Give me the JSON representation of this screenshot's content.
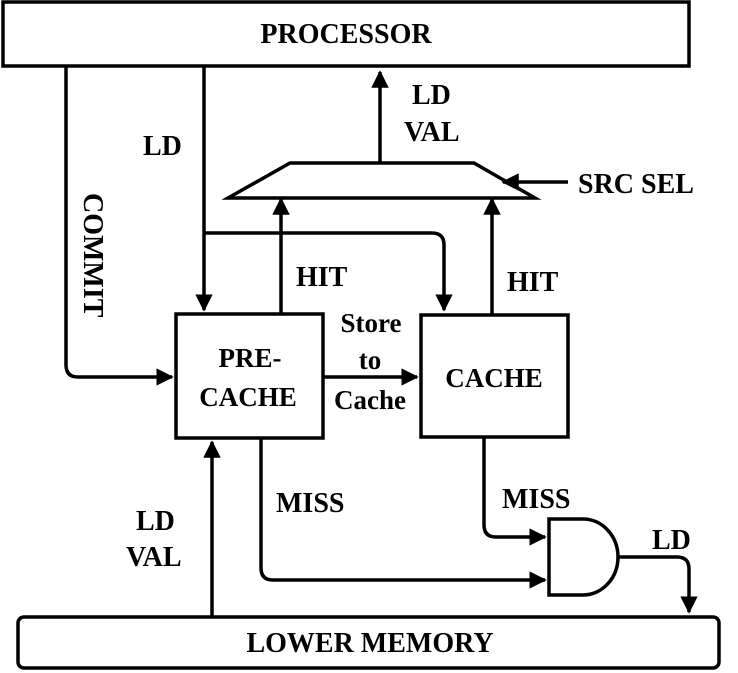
{
  "blocks": {
    "processor": "PROCESSOR",
    "lower_memory": "LOWER MEMORY",
    "pre_cache_line1": "PRE-",
    "pre_cache_line2": "CACHE",
    "cache": "CACHE"
  },
  "signals": {
    "ld_top": "LD",
    "commit": "COMMIT",
    "ld_val_top_line1": "LD",
    "ld_val_top_line2": "VAL",
    "src_sel": "SRC SEL",
    "hit_precache": "HIT",
    "hit_cache": "HIT",
    "store_to_cache_line1": "Store",
    "store_to_cache_line2": "to",
    "store_to_cache_line3": "Cache",
    "miss_precache": "MISS",
    "miss_cache": "MISS",
    "ld_val_bottom_line1": "LD",
    "ld_val_bottom_line2": "VAL",
    "ld_out": "LD"
  },
  "colors": {
    "stroke": "#000000",
    "background": "#ffffff"
  }
}
